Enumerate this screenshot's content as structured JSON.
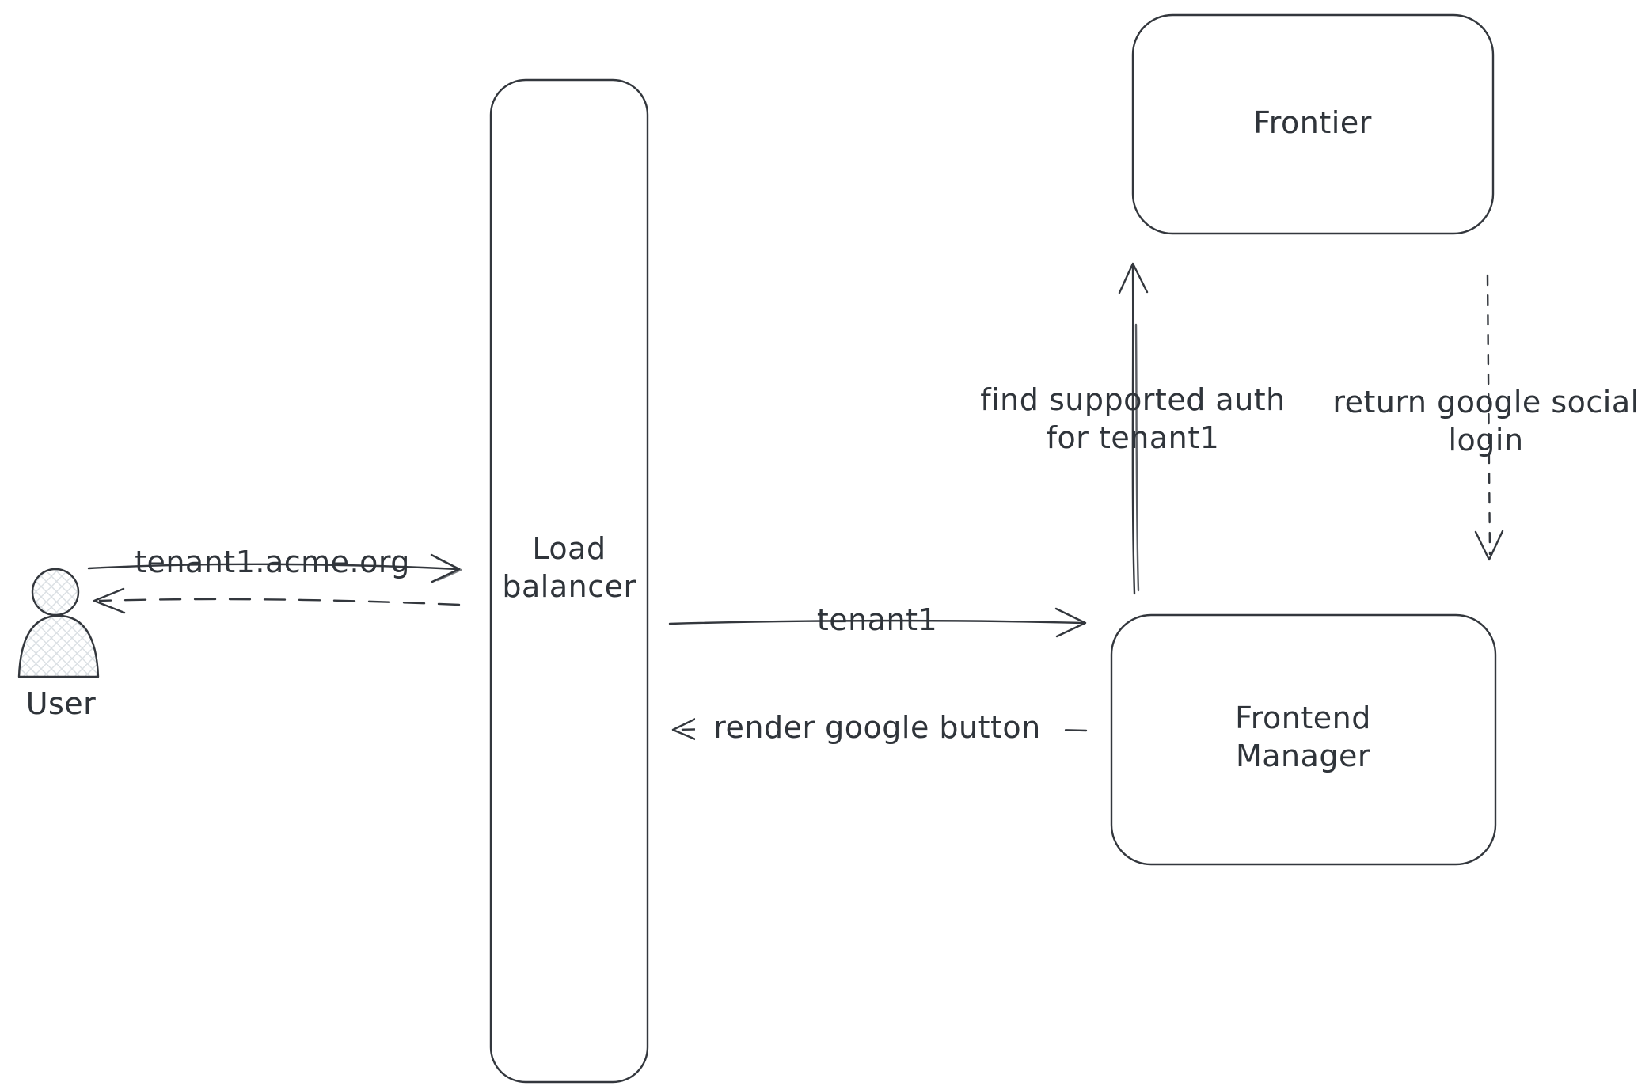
{
  "colors": {
    "stroke": "#33373d",
    "text": "#2f343a",
    "background": "#ffffff",
    "hatch_fill": "#dadfe3"
  },
  "nodes": {
    "user": {
      "label": "User"
    },
    "load_balancer": {
      "lines": [
        "Load",
        "balancer"
      ]
    },
    "frontier": {
      "label": "Frontier"
    },
    "frontend_manager": {
      "lines": [
        "Frontend",
        "Manager"
      ]
    }
  },
  "edges": {
    "user_to_lb": {
      "label": "tenant1.acme.org",
      "style": "solid-arrow-right"
    },
    "lb_to_user": {
      "style": "dashed-arrow-left"
    },
    "lb_to_fm": {
      "label": "tenant1",
      "style": "solid-arrow-right"
    },
    "fm_to_lb": {
      "label": "render google button",
      "style": "dashed-arrow-left"
    },
    "fm_to_frontier": {
      "lines": [
        "find supported auth",
        "for tenant1"
      ],
      "style": "solid-arrow-up"
    },
    "frontier_to_fm": {
      "lines": [
        "return google social",
        "login"
      ],
      "style": "dashed-arrow-down"
    }
  }
}
